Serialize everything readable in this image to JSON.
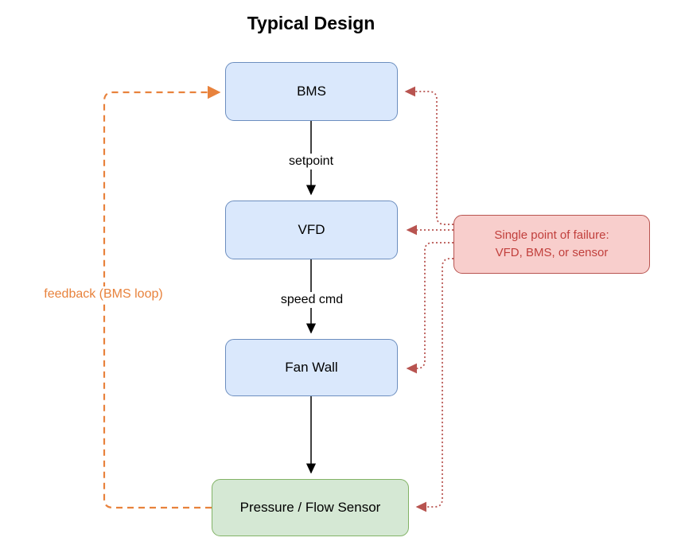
{
  "title": "Typical Design",
  "nodes": {
    "bms": {
      "label": "BMS"
    },
    "vfd": {
      "label": "VFD"
    },
    "fan_wall": {
      "label": "Fan Wall"
    },
    "sensor": {
      "label": "Pressure / Flow Sensor"
    },
    "failure_note": {
      "line1": "Single point of failure:",
      "line2": "VFD, BMS, or sensor"
    }
  },
  "edges": {
    "bms_to_vfd": {
      "label": "setpoint",
      "style": "solid-black-arrow"
    },
    "vfd_to_fan_wall": {
      "label": "speed cmd",
      "style": "solid-black-arrow"
    },
    "fan_wall_to_sensor": {
      "label": "",
      "style": "solid-black-arrow"
    },
    "sensor_to_bms_feedback": {
      "label": "feedback (BMS loop)",
      "style": "dashed-orange-arrow"
    },
    "failure_to_bms": {
      "style": "dotted-red-arrow"
    },
    "failure_to_vfd": {
      "style": "dotted-red-arrow"
    },
    "failure_to_fan_wall": {
      "style": "dotted-red-arrow"
    },
    "failure_to_sensor": {
      "style": "dotted-red-arrow"
    }
  },
  "colors": {
    "node_blue_fill": "#dae8fc",
    "node_blue_border": "#6c8ebf",
    "node_green_fill": "#d5e8d4",
    "node_green_border": "#82b366",
    "node_red_fill": "#f8cecc",
    "node_red_border": "#b85450",
    "node_red_text": "#c13f3c",
    "edge_black": "#000000",
    "edge_red": "#b85450",
    "edge_orange": "#e8823c",
    "background": "#ffffff"
  }
}
